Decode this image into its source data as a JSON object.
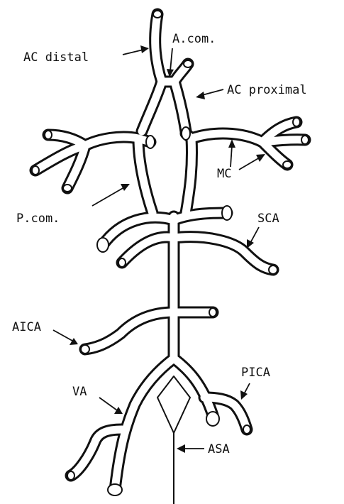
{
  "diagram": {
    "labels": {
      "ac_distal": "AC distal",
      "a_com": "A.com.",
      "ac_proximal": "AC proximal",
      "mc": "MC",
      "p_com": "P.com.",
      "sca": "SCA",
      "aica": "AICA",
      "pica": "PICA",
      "va": "VA",
      "asa": "ASA"
    },
    "colors": {
      "ink": "#111111",
      "paper": "#ffffff"
    }
  }
}
